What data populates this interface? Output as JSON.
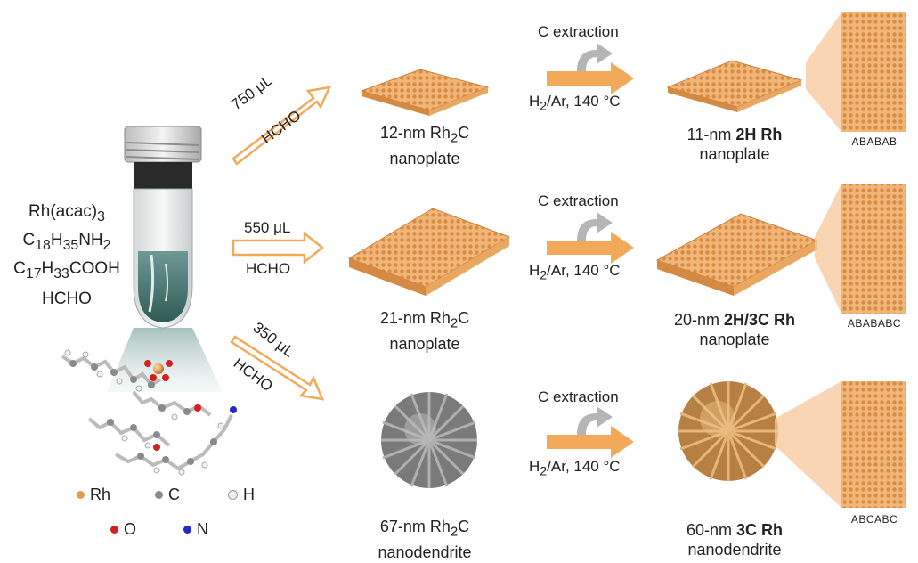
{
  "reagents": {
    "l1": "Rh(acac)",
    "l1_sub": "3",
    "l2_a": "C",
    "l2_s1": "18",
    "l2_b": "H",
    "l2_s2": "35",
    "l2_c": "NH",
    "l2_s3": "2",
    "l3_a": "C",
    "l3_s1": "17",
    "l3_b": "H",
    "l3_s2": "33",
    "l3_c": "COOH",
    "l4": "HCHO"
  },
  "legend": {
    "rh": "Rh",
    "c": "C",
    "h": "H",
    "o": "O",
    "n": "N"
  },
  "routes": {
    "top": {
      "amount": "750 μL",
      "reagent": "HCHO"
    },
    "mid": {
      "amount": "550 μL",
      "reagent": "HCHO"
    },
    "bot": {
      "amount": "350 μL",
      "reagent": "HCHO"
    }
  },
  "conditions": {
    "extraction": "C extraction",
    "gas_a": "H",
    "gas_sub": "2",
    "gas_b": "/Ar, 140 °C"
  },
  "intermediates": [
    {
      "size": "12-nm Rh",
      "sub": "2",
      "tail": "C",
      "shape": "nanoplate"
    },
    {
      "size": "21-nm Rh",
      "sub": "2",
      "tail": "C",
      "shape": "nanoplate"
    },
    {
      "size": "67-nm Rh",
      "sub": "2",
      "tail": "C",
      "shape": "nanodendrite"
    }
  ],
  "products": [
    {
      "size": "11-nm",
      "phase": "2H Rh",
      "shape": "nanoplate",
      "stacking": "ABABAB"
    },
    {
      "size": "20-nm",
      "phase": "2H/3C Rh",
      "shape": "nanoplate",
      "stacking": "ABABABC"
    },
    {
      "size": "60-nm",
      "phase": "3C Rh",
      "shape": "nanodendrite",
      "stacking": "ABCABC"
    }
  ],
  "colors": {
    "rh": "#e59a4c",
    "plate": "#f0b476",
    "arrow": "#f3a95a",
    "grey_arrow": "#b0b0b0",
    "liquid": "#3f6b66"
  }
}
